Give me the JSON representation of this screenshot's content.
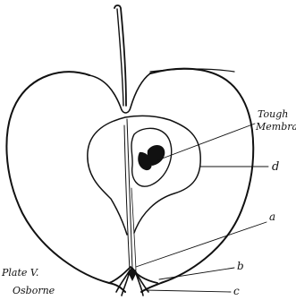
{
  "figure": {
    "labels": {
      "tough_membrane_line1": "Tough",
      "tough_membrane_line2": "Membrane",
      "d": "d",
      "a": "a",
      "b": "b",
      "c": "c"
    },
    "caption": {
      "plate": "Plate V.",
      "author": "Osborne"
    },
    "ink_color": "#111111",
    "seed_color": "#111111"
  }
}
